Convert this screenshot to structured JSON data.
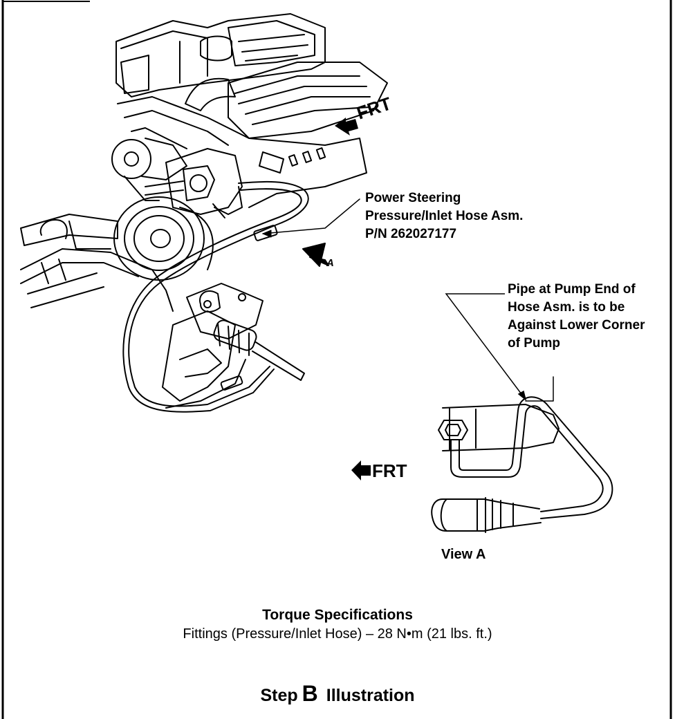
{
  "labels": {
    "frt_top": "FRT",
    "frt_view": "FRT",
    "view_ref": "A",
    "hose_lines": [
      "Power Steering",
      "Pressure/Inlet Hose Asm.",
      "P/N 262027177"
    ],
    "pipe_lines": [
      "Pipe at Pump End of",
      "Hose Asm. is to be",
      "Against Lower Corner",
      "of Pump"
    ],
    "view_a": "View A"
  },
  "torque": {
    "title": "Torque Specifications",
    "line": "Fittings (Pressure/Inlet Hose) – 28 N•m (21 lbs. ft.)"
  },
  "step": {
    "prefix": "Step",
    "letter": "B",
    "suffix": "Illustration"
  }
}
